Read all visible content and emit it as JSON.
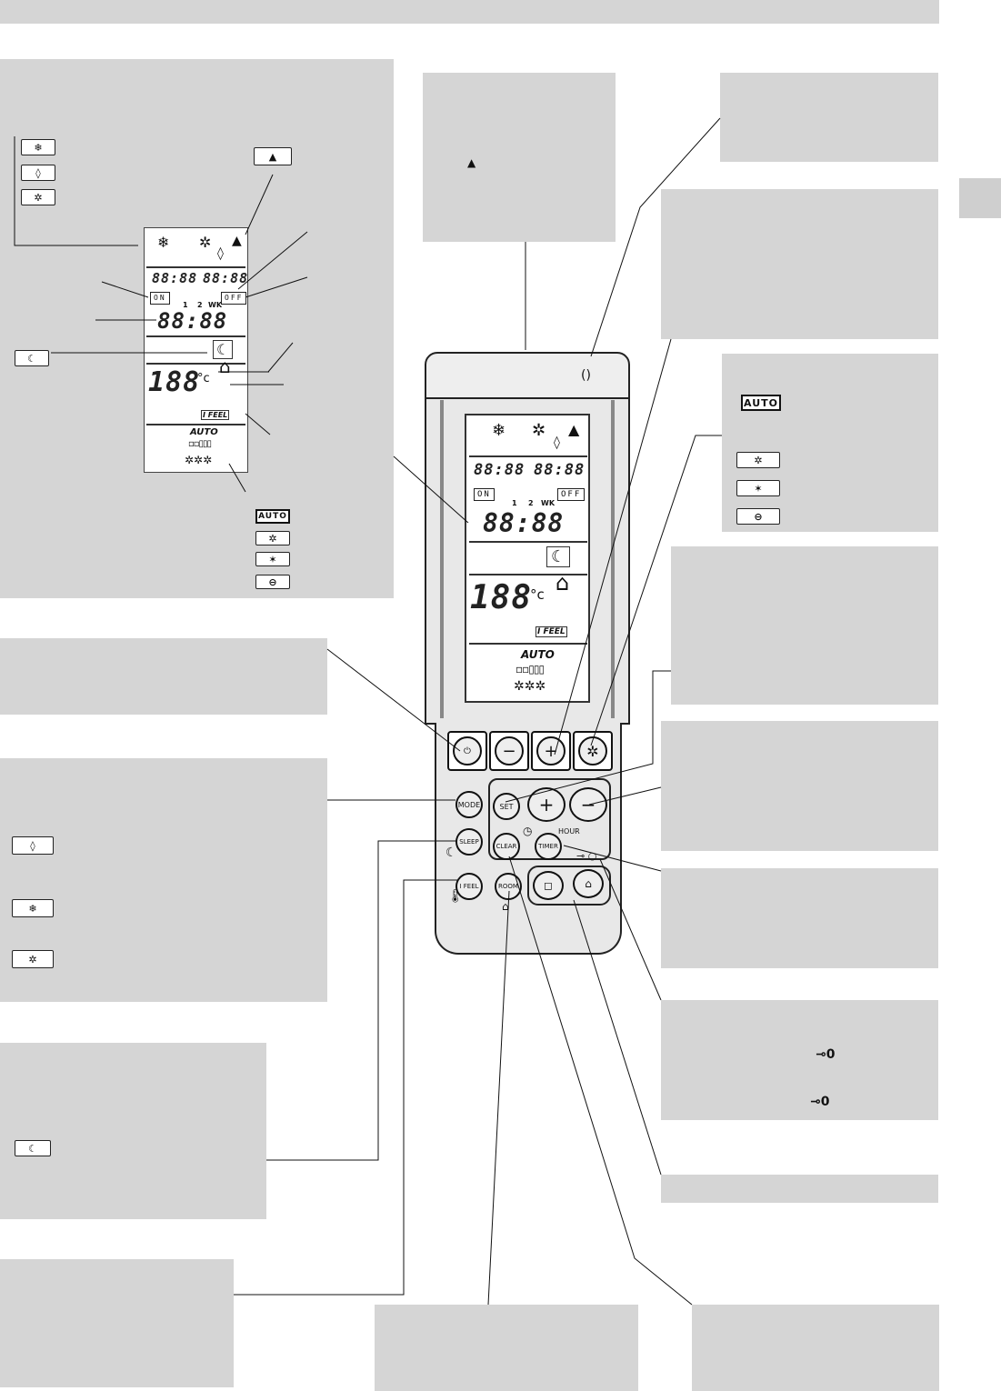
{
  "lcd": {
    "time_on": "88:88",
    "time_off": "88:88",
    "on_tag": "ON",
    "off_tag": "OFF",
    "timer_1": "1",
    "timer_2": "2",
    "timer_wk": "WK",
    "clock": "88:88",
    "temp": "188",
    "unit": "°c",
    "ifeel": "I FEEL",
    "auto": "AUTO"
  },
  "fan_legend": {
    "auto_badge": "AUTO"
  },
  "remote_buttons": {
    "mode": "MODE",
    "sleep": "SLEEP",
    "ifeel": "I FEEL",
    "room": "ROOM",
    "set": "SET",
    "clear": "CLEAR",
    "timer": "TIMER",
    "hour": "HOUR"
  },
  "icons": [
    "snowflake-icon",
    "drop-icon",
    "fan-icon",
    "pyramid-icon",
    "moon-icon",
    "thermometer-icon",
    "house-thermo-icon",
    "power-icon",
    "minus-icon",
    "plus-icon",
    "key-icon",
    "clock-icon",
    "swing-icon"
  ]
}
